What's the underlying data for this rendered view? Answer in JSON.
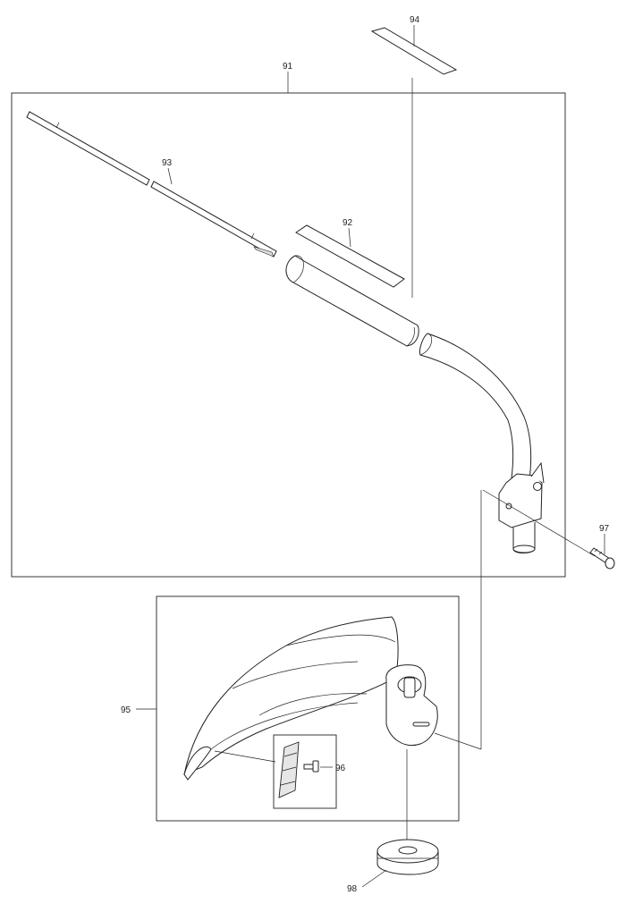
{
  "callouts": {
    "c91": "91",
    "c92": "92",
    "c93": "93",
    "c94": "94",
    "c95": "95",
    "c96": "96",
    "c97": "97",
    "c98": "98"
  }
}
